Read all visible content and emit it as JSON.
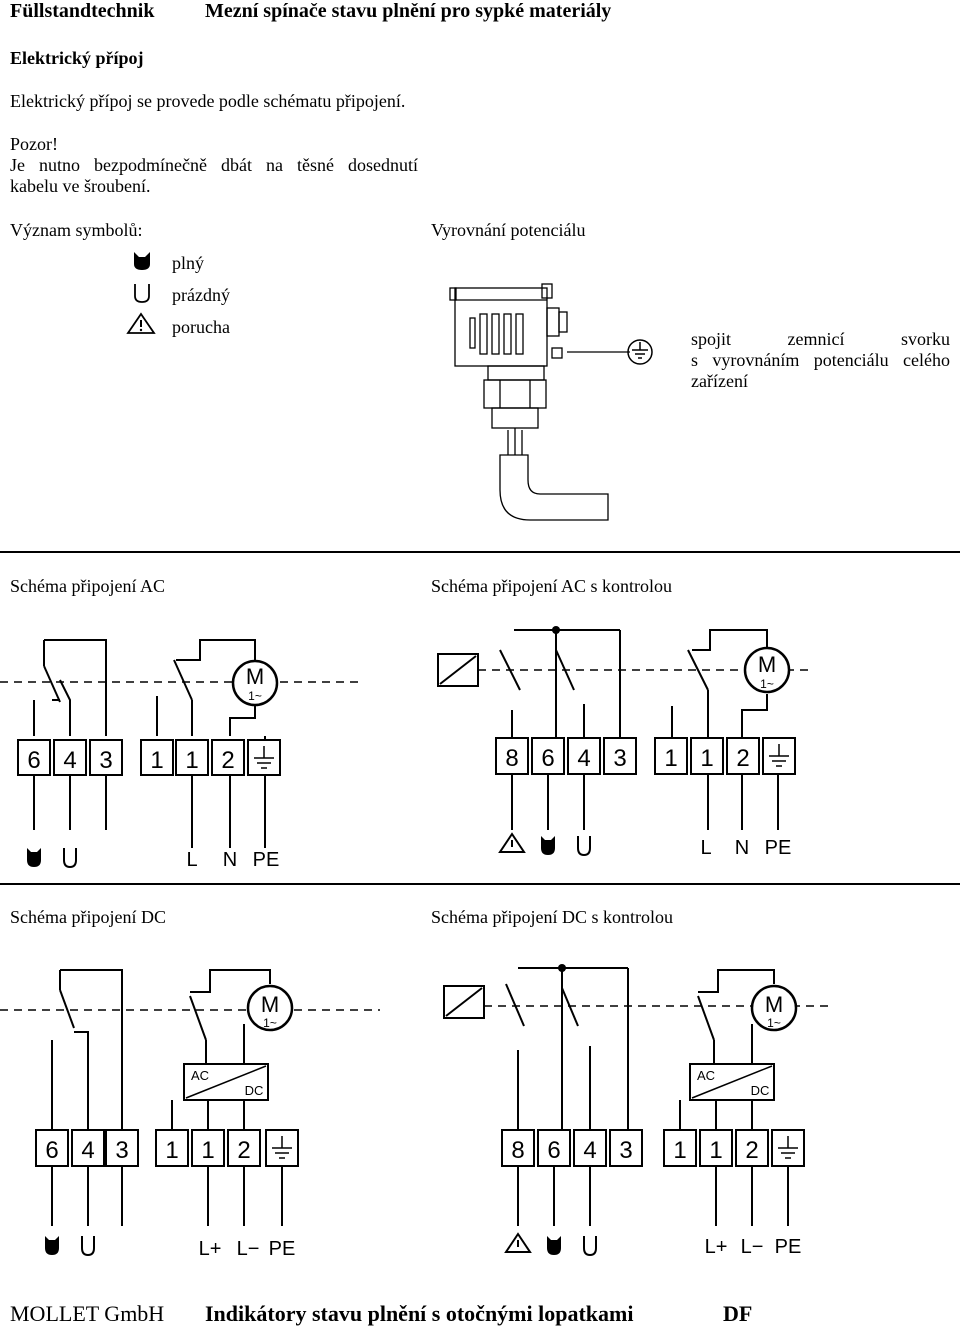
{
  "header": {
    "left": "Füllstandtechnik",
    "title": "Mezní spínače stavu plnění pro sypké materiály"
  },
  "electrical": {
    "heading": "Elektrický přípoj",
    "line1": "Elektrický přípoj se provede podle schématu připojení.",
    "warning_title": "Pozor!",
    "warning_line1": "Je nutno bezpodmínečně dbát na těsné dosednutí",
    "warning_line2": "kabelu ve šroubení."
  },
  "symbols": {
    "heading": "Význam symbolů:",
    "items": [
      {
        "icon": "filled-cup-icon",
        "label": "plný"
      },
      {
        "icon": "empty-cup-icon",
        "label": "prázdný"
      },
      {
        "icon": "warning-triangle-icon",
        "label": "porucha"
      }
    ]
  },
  "equipotential": {
    "heading": "Vyrovnání potenciálu",
    "text_line1": "spojit zemnicí svorku",
    "text_line2": "s vyrovnáním potenciálu celého",
    "text_line3": "zařízení",
    "icon": "ground-icon"
  },
  "diagrams": {
    "ac": {
      "title": "Schéma připojení AC",
      "terminals": [
        "6",
        "4",
        "3",
        "1",
        "1",
        "2"
      ],
      "bottom": [
        "L",
        "N",
        "PE"
      ],
      "motor": "M",
      "motor_sub": "1~"
    },
    "ac_ctrl": {
      "title": "Schéma připojení AC s kontrolou",
      "terminals": [
        "8",
        "6",
        "4",
        "3",
        "1",
        "1",
        "2"
      ],
      "bottom": [
        "L",
        "N",
        "PE"
      ],
      "motor": "M",
      "motor_sub": "1~"
    },
    "dc": {
      "title": "Schéma připojení DC",
      "terminals": [
        "6",
        "4",
        "3",
        "1",
        "1",
        "2"
      ],
      "bottom": [
        "L+",
        "L−",
        "PE"
      ],
      "motor": "M",
      "motor_sub": "1~",
      "conv_ac": "AC",
      "conv_dc": "DC"
    },
    "dc_ctrl": {
      "title": "Schéma připojení DC s kontrolou",
      "terminals": [
        "8",
        "6",
        "4",
        "3",
        "1",
        "1",
        "2"
      ],
      "bottom": [
        "L+",
        "L−",
        "PE"
      ],
      "motor": "M",
      "motor_sub": "1~",
      "conv_ac": "AC",
      "conv_dc": "DC"
    }
  },
  "footer": {
    "company": "MOLLET GmbH",
    "title": "Indikátory stavu plnění s otočnými lopatkami",
    "code": "DF"
  }
}
